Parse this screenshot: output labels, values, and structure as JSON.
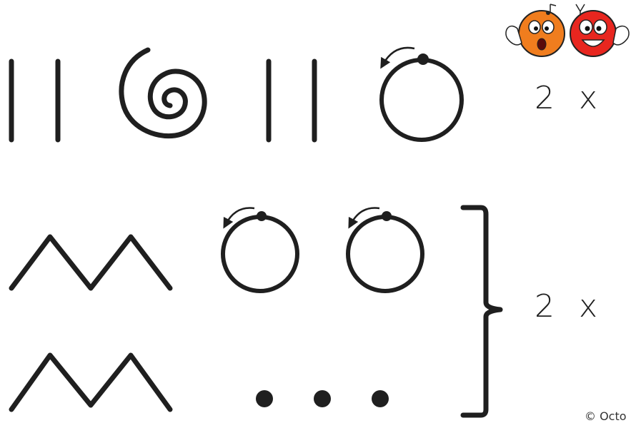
{
  "repeat_top": "2 x",
  "repeat_bottom": "2 x",
  "copyright": "© Octo",
  "colors": {
    "ink": "#1f1f1f",
    "left_face": "#f07d1e",
    "right_face": "#e8261f"
  },
  "icons": [
    "vertical-line",
    "spiral",
    "circle-with-arrow",
    "zigzag",
    "dot",
    "brace",
    "singing-faces-logo"
  ]
}
